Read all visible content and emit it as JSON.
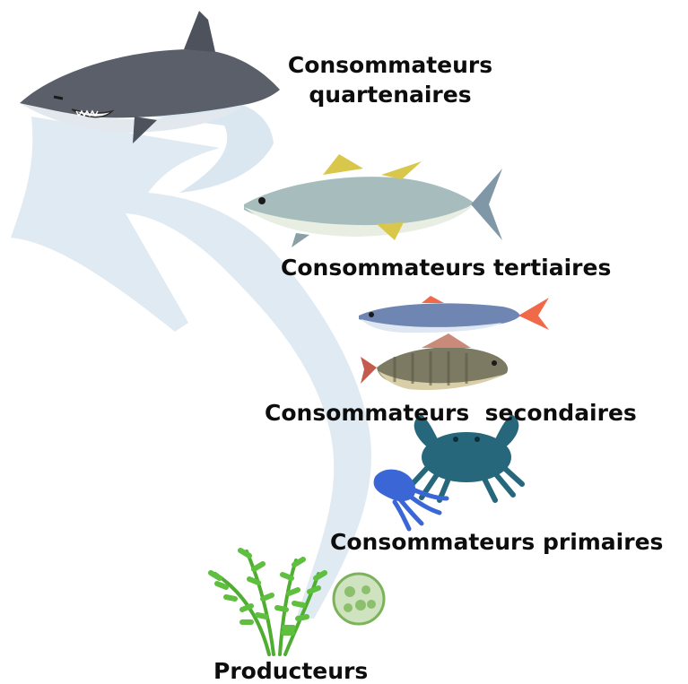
{
  "colors": {
    "arrow": "#dde9f2",
    "shark": "#5a5f6a",
    "tuna": "#9fb6b8",
    "tuna_fin": "#d9c74c",
    "sardine": "#6f86b3",
    "sardine_tail": "#f06a4a",
    "perch": "#7c7a63",
    "crab": "#27677b",
    "zooplankton": "#3a66d6",
    "algae": "#5fbf3f",
    "phytoplankton": "#8cc06c",
    "label_text": "#0d0d0d"
  },
  "levels": {
    "quaternary": {
      "label": "Consommateurs\nquartenaires",
      "icon": "shark-icon"
    },
    "tertiary": {
      "label": "Consommateurs tertiaires",
      "icon": "tuna-icon"
    },
    "secondary": {
      "label": "Consommateurs  secondaires",
      "icons": [
        "sardine-icon",
        "perch-icon"
      ]
    },
    "primary": {
      "label": "Consommateurs primaires",
      "icons": [
        "crab-icon",
        "zooplankton-icon"
      ]
    },
    "producers": {
      "label": "Producteurs",
      "icons": [
        "algae-icon",
        "phytoplankton-icon"
      ]
    }
  }
}
